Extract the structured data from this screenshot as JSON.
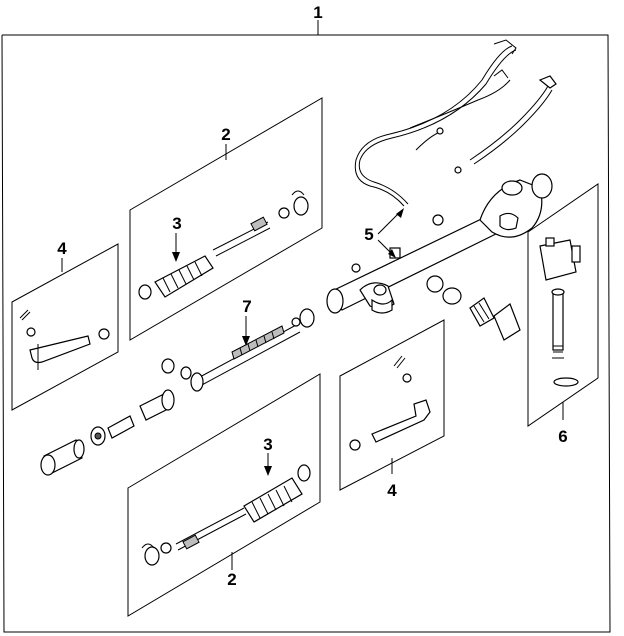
{
  "callouts": {
    "n1": "1",
    "n2_top": "2",
    "n2_bottom": "2",
    "n3_top": "3",
    "n3_bottom": "3",
    "n4_left": "4",
    "n4_right": "4",
    "n5": "5",
    "n6": "6",
    "n7": "7"
  }
}
